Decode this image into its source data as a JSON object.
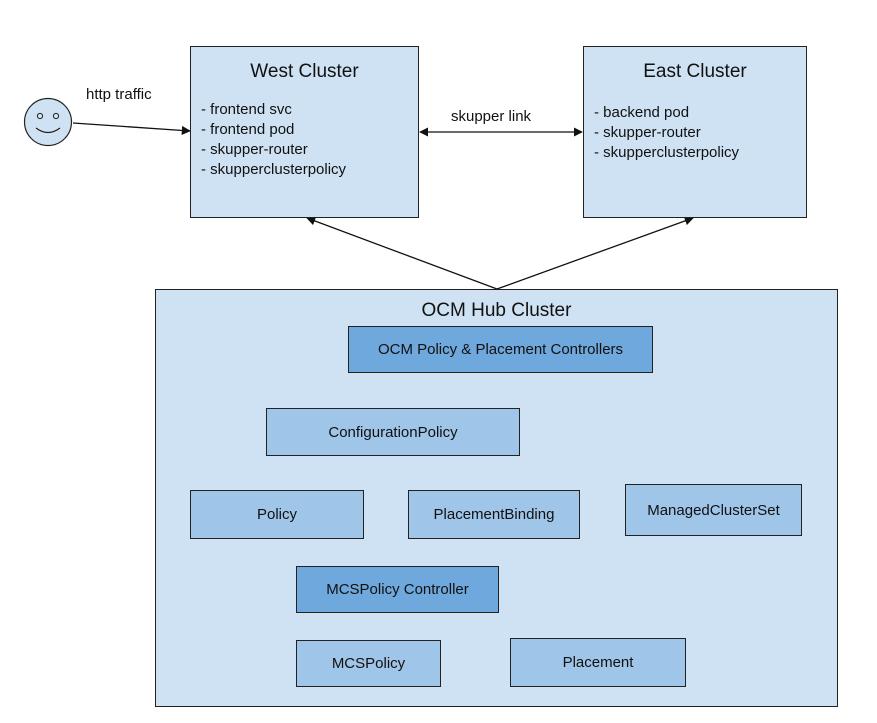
{
  "west_cluster": {
    "title": "West Cluster",
    "items": [
      "- frontend svc",
      "- frontend pod",
      "- skupper-router",
      "- skupperclusterpolicy"
    ]
  },
  "east_cluster": {
    "title": "East Cluster",
    "items": [
      "- backend pod",
      "- skupper-router",
      "- skupperclusterpolicy"
    ]
  },
  "labels": {
    "http_traffic": "http traffic",
    "skupper_link": "skupper link"
  },
  "hub": {
    "title": "OCM Hub Cluster",
    "components": {
      "controllers": "OCM Policy & Placement Controllers",
      "configuration_policy": "ConfigurationPolicy",
      "policy": "Policy",
      "placement_binding": "PlacementBinding",
      "managed_cluster_set": "ManagedClusterSet",
      "mcs_controller": "MCSPolicy Controller",
      "mcs_policy": "MCSPolicy",
      "placement": "Placement"
    }
  },
  "icons": {
    "user": "smiley-face-icon"
  },
  "colors": {
    "cluster_fill": "#cfe2f3",
    "component_fill": "#9fc5e8",
    "controller_fill": "#6fa8dc"
  }
}
